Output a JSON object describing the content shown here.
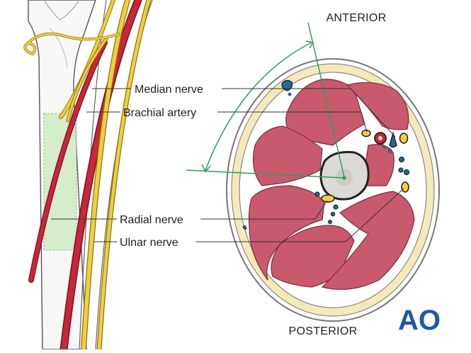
{
  "orientation": {
    "anterior": "ANTERIOR",
    "posterior": "POSTERIOR"
  },
  "labels": {
    "median_nerve": "Median nerve",
    "brachial_artery": "Brachial artery",
    "radial_nerve": "Radial nerve",
    "ulnar_nerve": "Ulnar nerve"
  },
  "logo": {
    "text": "AO"
  },
  "colors": {
    "muscle": "#c95a6d",
    "artery": "#c8263a",
    "nerve": "#f1cf3d",
    "vein": "#1e6c9c",
    "fat": "#f4e9b8",
    "skin": "#ffffff",
    "bone": "#dcd9d6",
    "exposure": "#c9e8bf",
    "arrow": "#2e9e5b",
    "logo": "#1f57a8"
  }
}
